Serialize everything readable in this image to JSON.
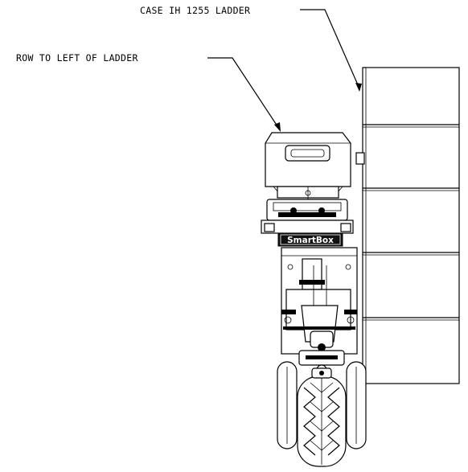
{
  "callouts": {
    "ladder": "CASE IH 1255 LADDER",
    "row": "ROW TO LEFT OF LADDER"
  },
  "unit": {
    "brand_label": "SmartBox"
  }
}
